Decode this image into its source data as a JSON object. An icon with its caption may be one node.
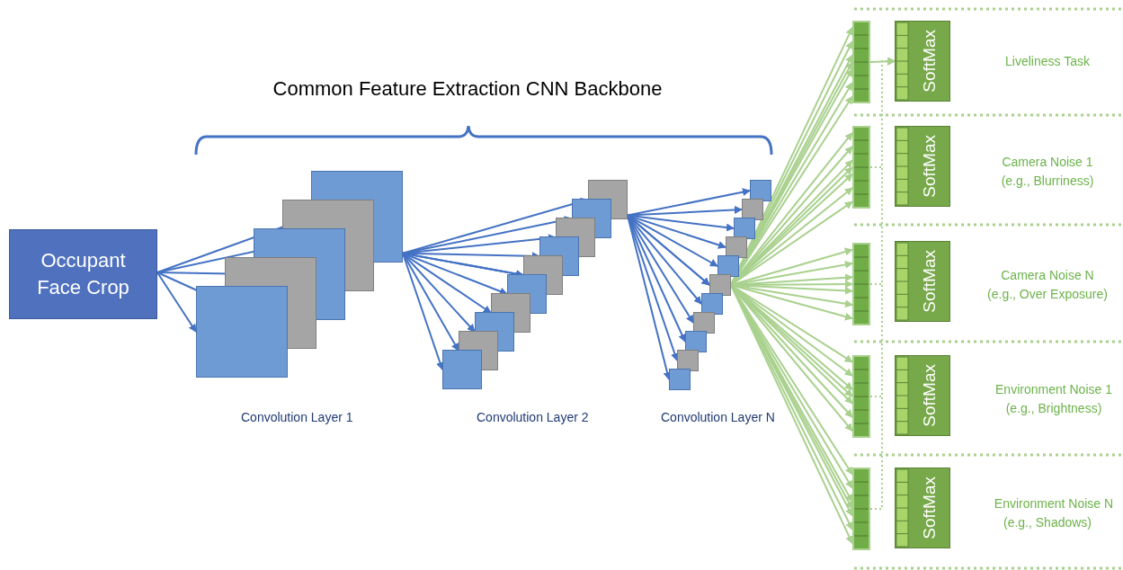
{
  "diagram": {
    "title": "Common Feature Extraction CNN Backbone",
    "nodes": [
      {
        "text": [
          "Occupant Face Crop"
        ]
      },
      {
        "text": [],
        "shape": "box",
        "beside": [
          "Convolution Layer 1"
        ]
      },
      {
        "text": [],
        "shape": "box",
        "beside": [
          "Convolution Layer 2"
        ]
      },
      {
        "text": [],
        "shape": "box",
        "beside": [
          "Convolution Layer N"
        ]
      },
      {
        "text": [],
        "shape": "bar"
      },
      {
        "text": [],
        "shape": "bar"
      },
      {
        "text": [],
        "shape": "bar"
      },
      {
        "text": [],
        "shape": "bar"
      },
      {
        "text": [],
        "shape": "bar"
      },
      {
        "text": [
          "SoftMax"
        ]
      },
      {
        "text": [
          "SoftMax"
        ]
      },
      {
        "text": [
          "SoftMax"
        ]
      },
      {
        "text": [
          "SoftMax"
        ]
      },
      {
        "text": [
          "SoftMax"
        ]
      }
    ],
    "edges": [
      {
        "from": 0,
        "to": 1,
        "arrow": "to",
        "color": "#4472c4"
      },
      {
        "from": 1,
        "to": 2,
        "arrow": "to",
        "color": "#4472c4"
      },
      {
        "from": 2,
        "to": 3,
        "arrow": "to",
        "color": "#4472c4"
      },
      {
        "from": 3,
        "to": 4,
        "arrow": "to",
        "color": "#a9d18e"
      },
      {
        "from": 3,
        "to": 5,
        "arrow": "to",
        "color": "#a9d18e"
      },
      {
        "from": 3,
        "to": 6,
        "arrow": "to",
        "color": "#a9d18e"
      },
      {
        "from": 3,
        "to": 7,
        "arrow": "to",
        "color": "#a9d18e"
      },
      {
        "from": 3,
        "to": 8,
        "arrow": "to",
        "color": "#a9d18e"
      },
      {
        "from": 4,
        "to": 9,
        "arrow": "to",
        "color": "#a9d18e"
      },
      {
        "from": 5,
        "to": 9,
        "arrow": "to",
        "style": "dashed",
        "color": "#a9d18e"
      },
      {
        "from": 6,
        "to": 9,
        "arrow": "to",
        "style": "dashed",
        "color": "#a9d18e"
      },
      {
        "from": 7,
        "to": 9,
        "arrow": "to",
        "style": "dashed",
        "color": "#a9d18e"
      },
      {
        "from": 8,
        "to": 9,
        "arrow": "to",
        "style": "dashed",
        "color": "#a9d18e"
      }
    ],
    "labels": [
      "Liveliness Task",
      "Camera Noise 1",
      "(e.g., Blurriness)",
      "Camera Noise N",
      "(e.g., Over Exposure)",
      "Environment Noise 1",
      "(e.g., Brightness)",
      "Environment Noise N",
      "(e.g., Shadows)"
    ]
  }
}
